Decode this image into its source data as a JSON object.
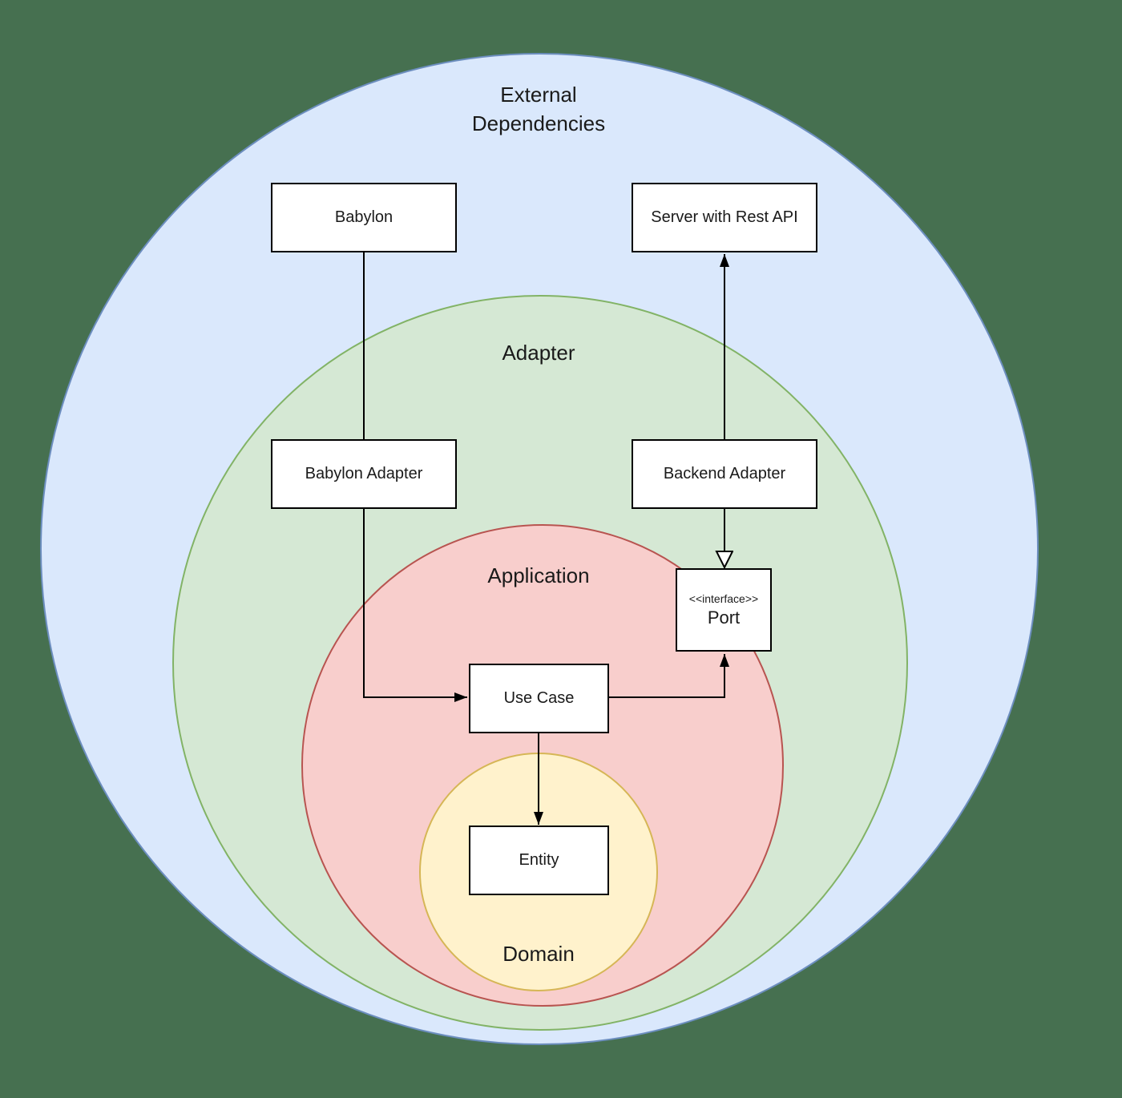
{
  "diagram": {
    "title": "Hexagonal / clean architecture rings diagram",
    "type": "onion-architecture"
  },
  "colors": {
    "background": "#467050",
    "node_fill": "#ffffff",
    "node_stroke": "#000000",
    "edge_stroke": "#000000",
    "text": "#1a1a1a"
  },
  "layers": [
    {
      "name": "external-dependencies",
      "label": "External Dependencies",
      "fill": "#dae8fc",
      "stroke": "#6c8ebf"
    },
    {
      "name": "adapter",
      "label": "Adapter",
      "fill": "#d5e8d4",
      "stroke": "#82b366"
    },
    {
      "name": "application",
      "label": "Application",
      "fill": "#f8cecc",
      "stroke": "#b85450"
    },
    {
      "name": "domain",
      "label": "Domain",
      "fill": "#fff2cc",
      "stroke": "#d6b656"
    }
  ],
  "nodes": {
    "babylon": {
      "label": "Babylon"
    },
    "server": {
      "label": "Server with Rest API"
    },
    "babylon_adapter": {
      "label": "Babylon Adapter"
    },
    "backend_adapter": {
      "label": "Backend Adapter"
    },
    "port": {
      "stereotype": "<<interface>>",
      "label": "Port"
    },
    "use_case": {
      "label": "Use Case"
    },
    "entity": {
      "label": "Entity"
    }
  },
  "edges": [
    {
      "from": "Babylon",
      "to": "Babylon Adapter",
      "arrowhead": "none"
    },
    {
      "from": "Babylon Adapter",
      "to": "Use Case",
      "arrowhead": "filled"
    },
    {
      "from": "Use Case",
      "to": "Port",
      "arrowhead": "filled"
    },
    {
      "from": "Use Case",
      "to": "Entity",
      "arrowhead": "filled"
    },
    {
      "from": "Backend Adapter",
      "to": "Server with Rest API",
      "arrowhead": "filled"
    },
    {
      "from": "Backend Adapter",
      "to": "Port",
      "arrowhead": "hollow-triangle"
    }
  ]
}
